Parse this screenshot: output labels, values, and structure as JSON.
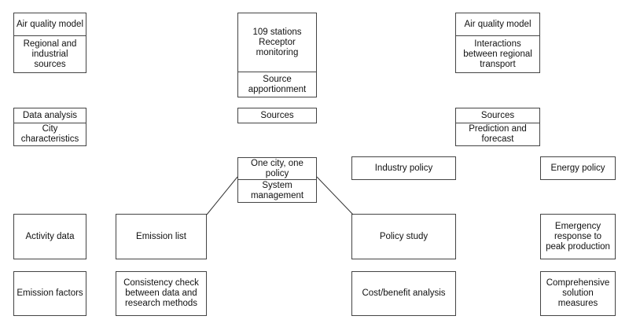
{
  "nodes": {
    "tl_1": "Air quality model",
    "tl_2": "Regional and industrial sources",
    "tc_1": "109 stations Receptor monitoring",
    "tc_2": "Source apportionment",
    "tr_1": "Air quality model",
    "tr_2": "Interactions between regional transport",
    "ml_1": "Data analysis",
    "ml_2": "City characteristics",
    "mc_sources": "Sources",
    "mr_1": "Sources",
    "mr_2": "Prediction and forecast",
    "center_1": "One city, one policy",
    "center_2": "System management",
    "industry_policy": "Industry  policy",
    "energy_policy": "Energy policy",
    "activity_data": "Activity data",
    "emission_list": "Emission list",
    "policy_study": "Policy study",
    "emergency": "Emergency response to peak production",
    "emission_factors": "Emission factors",
    "consistency": "Consistency check between data and research methods",
    "cost_benefit": "Cost/benefit analysis",
    "comprehensive": "Comprehensive solution measures"
  }
}
